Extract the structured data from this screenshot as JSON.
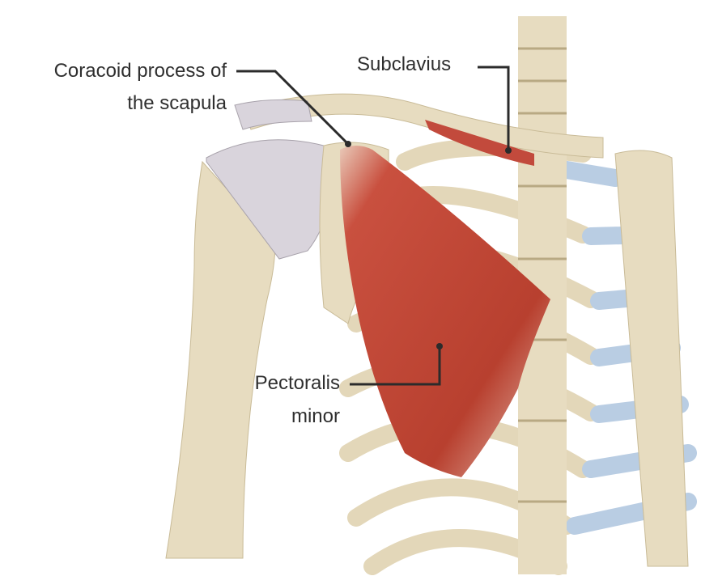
{
  "labels": {
    "coracoid_line1": "Coracoid process of",
    "coracoid_line2": "the scapula",
    "subclavius": "Subclavius",
    "pectoralis_line1": "Pectoralis",
    "pectoralis_line2": "minor"
  },
  "colors": {
    "bone": "#e7dcc0",
    "bone_shadow": "#c9bb97",
    "muscle": "#c24a3c",
    "cartilage": "#b9cde3",
    "capsule": "#d9d4dc",
    "leader": "#2b2b2b"
  }
}
